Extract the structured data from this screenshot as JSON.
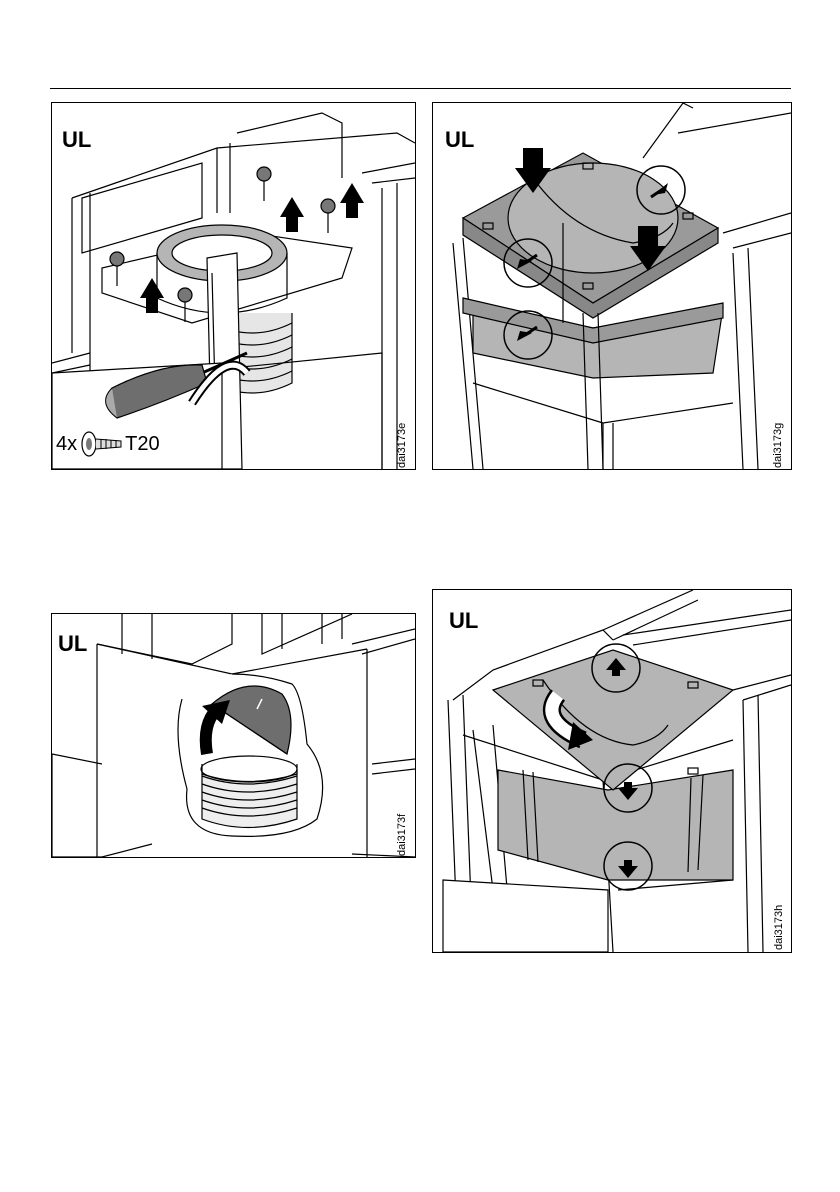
{
  "figures": [
    {
      "label": "UL",
      "code": "dai3173e",
      "quantity": "4x",
      "tool": "T20"
    },
    {
      "label": "UL",
      "code": "dai3173g"
    },
    {
      "label": "UL",
      "code": "dai3173f"
    },
    {
      "label": "UL",
      "code": "dai3173h"
    }
  ],
  "colors": {
    "fill_gray": "#b5b5b5",
    "dark_gray": "#6e6e6e",
    "line": "#000000"
  }
}
